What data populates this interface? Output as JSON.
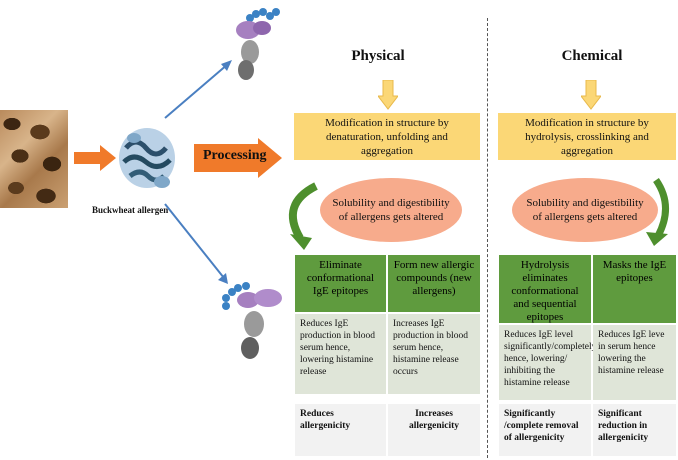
{
  "left": {
    "allergen_label": "Buckwheat allergen",
    "processing_label": "Processing"
  },
  "physical": {
    "title": "Physical",
    "modification": "Modification in structure by denaturation, unfolding and aggregation",
    "solubility": "Solubility and digestibility of allergens gets altered",
    "col1": {
      "header": "Eliminate conformational IgE epitopes",
      "detail": "Reduces IgE production in blood serum hence, lowering histamine release",
      "result": "Reduces allergenicity"
    },
    "col2": {
      "header": "Form new allergic compounds (new allergens)",
      "detail": "Increases IgE production in blood serum hence, histamine release occurs",
      "result": "Increases allergenicity"
    }
  },
  "chemical": {
    "title": "Chemical",
    "modification": "Modification in structure by hydrolysis, crosslinking and aggregation",
    "solubility": "Solubility and digestibility of allergens gets altered",
    "col1": {
      "header": "Hydrolysis eliminates conformational and sequential epitopes",
      "detail": "Reduces IgE level significantly/completely hence, lowering/ inhibiting the histamine release",
      "result": "Significantly /complete removal of allergenicity"
    },
    "col2": {
      "header": "Masks the IgE epitopes",
      "detail": "Reduces IgE leve in serum hence lowering the histamine release",
      "result": "Significant reduction in allergenicity"
    }
  },
  "colors": {
    "yellow": "#fbd776",
    "salmon": "#f7ab8c",
    "green": "#5f9b3e",
    "grey": "#dfe5d8",
    "orange_arrow": "#f07a2a",
    "blue_arrow": "#4a7fc1"
  }
}
